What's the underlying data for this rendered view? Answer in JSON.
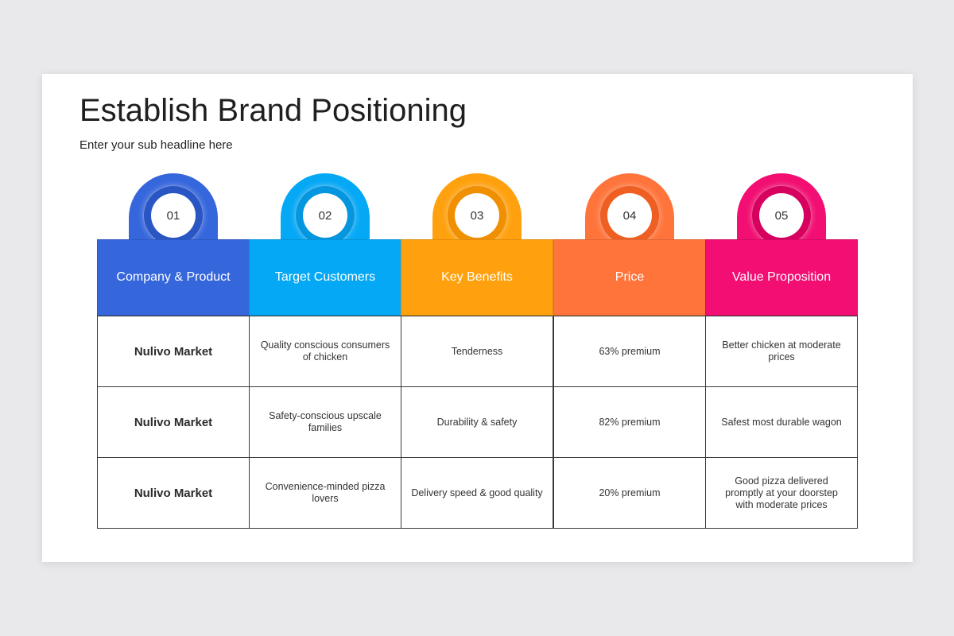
{
  "slide": {
    "title": "Establish Brand Positioning",
    "subtitle": "Enter your sub headline here"
  },
  "columns": [
    {
      "number": "01",
      "header": "Company & Product",
      "color": "#3566dc",
      "ring": "#2a55c4",
      "cells": [
        "Nulivo Market",
        "Nulivo Market",
        "Nulivo Market"
      ]
    },
    {
      "number": "02",
      "header": "Target Customers",
      "color": "#05a8f5",
      "ring": "#0596e0",
      "cells": [
        "Quality conscious consumers of chicken",
        "Safety-conscious upscale families",
        "Convenience-minded pizza lovers"
      ]
    },
    {
      "number": "03",
      "header": "Key Benefits",
      "color": "#ffa10e",
      "ring": "#f08f00",
      "cells": [
        "Tenderness",
        "Durability & safety",
        "Delivery speed & good quality"
      ]
    },
    {
      "number": "04",
      "header": "Price",
      "color": "#ff743b",
      "ring": "#f05f22",
      "cells": [
        "63% premium",
        "82% premium",
        "20% premium"
      ]
    },
    {
      "number": "05",
      "header": "Value Proposition",
      "color": "#f20e72",
      "ring": "#d8005f",
      "cells": [
        "Better chicken at moderate prices",
        "Safest most durable wagon",
        "Good pizza delivered promptly at your doorstep with moderate prices"
      ]
    }
  ]
}
